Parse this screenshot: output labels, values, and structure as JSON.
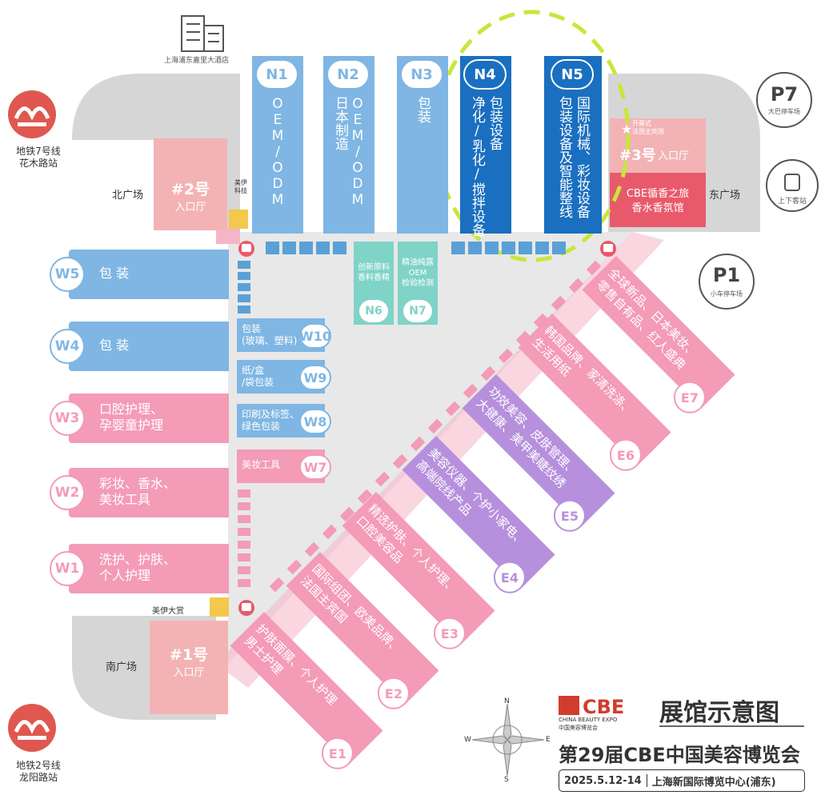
{
  "title": "展馆示意图",
  "event_title": "第29届CBE中国美容博览会",
  "event_date": "2025.5.12-14",
  "event_venue": "上海新国际博览中心(浦东)",
  "logo": {
    "brand": "CBE",
    "english": "CHINA BEAUTY EXPO",
    "chinese": "中国美容博览会"
  },
  "compass": {
    "n": "N",
    "s": "S",
    "e": "E",
    "w": "W"
  },
  "landmarks": {
    "hotel": "上海浦东嘉里大酒店",
    "metro7": "地铁7号线\n花木路站",
    "metro2": "地铁2号线\n龙阳路站",
    "p7": "P7",
    "p7_sub": "大巴停车场",
    "p1": "P1",
    "p1_sub": "小车停车场",
    "coach": "上下客站",
    "north_plaza": "北广场",
    "east_plaza": "东广场",
    "south_plaza": "南广场"
  },
  "entrances": {
    "e2_num": "#2号",
    "e2_label": "入口厅",
    "e3_num": "#3号",
    "e3_label": "入口厅",
    "e3_note": "开幕式\n法国主宾国",
    "e1_num": "#1号",
    "e1_label": "入口厅",
    "meiyi_tech": "美伊\n科技",
    "meiyi_award": "美伊大赏",
    "cbe_fragrance": "CBE循香之旅\n香水香氛馆"
  },
  "north_halls": [
    {
      "id": "N1",
      "lines": [
        "OEM/ODM"
      ]
    },
    {
      "id": "N2",
      "lines": [
        "OEM/ODM",
        "日本制造"
      ]
    },
    {
      "id": "N3",
      "lines": [
        "包装"
      ]
    },
    {
      "id": "N4",
      "lines": [
        "包装设备",
        "净化/乳化/搅拌设备"
      ]
    },
    {
      "id": "N5",
      "lines": [
        "国际机械、彩妆设备",
        "包装设备及智能整线"
      ]
    }
  ],
  "middle_halls": [
    {
      "id": "N6",
      "text": "创新原料\n香料香精"
    },
    {
      "id": "N7",
      "text": "精油纯露\nOEM\n检验检测"
    }
  ],
  "west_halls": [
    {
      "id": "W5",
      "text": "包 装"
    },
    {
      "id": "W4",
      "text": "包 装"
    },
    {
      "id": "W3",
      "text": "口腔护理、\n孕婴童护理"
    },
    {
      "id": "W2",
      "text": "彩妆、香水、\n美妆工具"
    },
    {
      "id": "W1",
      "text": "洗护、护肤、\n个人护理"
    }
  ],
  "west_small_halls": [
    {
      "id": "W10",
      "text": "包装\n(玻璃、塑料)"
    },
    {
      "id": "W9",
      "text": "纸/盒\n/袋包装"
    },
    {
      "id": "W8",
      "text": "印刷及标签、\n绿色包装"
    },
    {
      "id": "W7",
      "text": "美妆工具"
    }
  ],
  "east_halls": [
    {
      "id": "E7",
      "text": "全球新品、日本美妆、\n零售自有品、红人盛典"
    },
    {
      "id": "E6",
      "text": "韩国品牌、家清洗涤、\n生活用纸"
    },
    {
      "id": "E5",
      "text": "功效美容、皮肤管理、\n大健康、美甲美睫纹绣"
    },
    {
      "id": "E4",
      "text": "美容仪器、个护小家电、\n高端院线产品"
    },
    {
      "id": "E3",
      "text": "精选护肤、个人护理、\n口腔美容品"
    },
    {
      "id": "E2",
      "text": "国际组团、欧美品牌、\n法国主宾国"
    },
    {
      "id": "E1",
      "text": "护肤面膜、个人护理\n男士护理"
    }
  ],
  "colors": {
    "pink": "#f39bb7",
    "blue": "#7fb6e3",
    "dark_blue": "#1a6fc0",
    "teal": "#7fd3c7",
    "purple": "#b690dc",
    "gray": "#d6d6d6",
    "highlight": "#c8e63c",
    "metro_red": "#e0574f"
  }
}
